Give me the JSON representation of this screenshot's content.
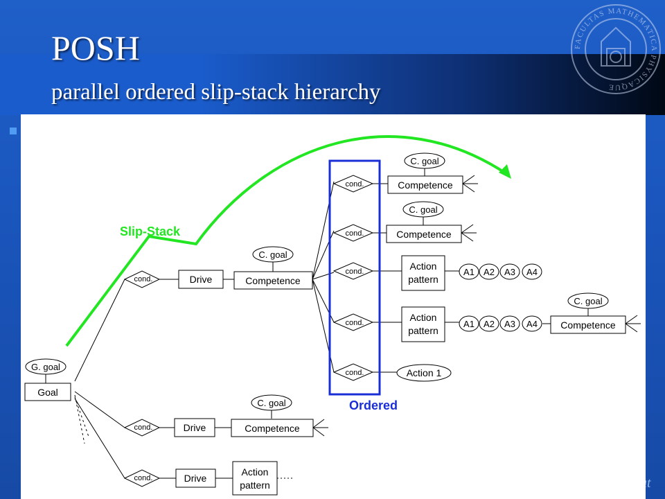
{
  "slide": {
    "title": "POSH",
    "subtitle": "parallel ordered slip-stack hierarchy",
    "footer_text": "ut",
    "seal_text": "FACULTAS MATHEMATICA PHYSICAQUE"
  },
  "diagram": {
    "annotations": {
      "slip_stack": "Slip-Stack",
      "ordered": "Ordered"
    },
    "nodes": {
      "goal_label": "G. goal",
      "goal": "Goal",
      "cond": "cond.",
      "drive": "Drive",
      "competence": "Competence",
      "c_goal": "C. goal",
      "action_pattern": [
        "Action",
        "pattern"
      ],
      "actions": [
        "A1",
        "A2",
        "A3",
        "A4"
      ],
      "action_1": "Action 1"
    },
    "colors": {
      "slip_stack": "#22e622",
      "ordered": "#1a2ed6"
    }
  }
}
